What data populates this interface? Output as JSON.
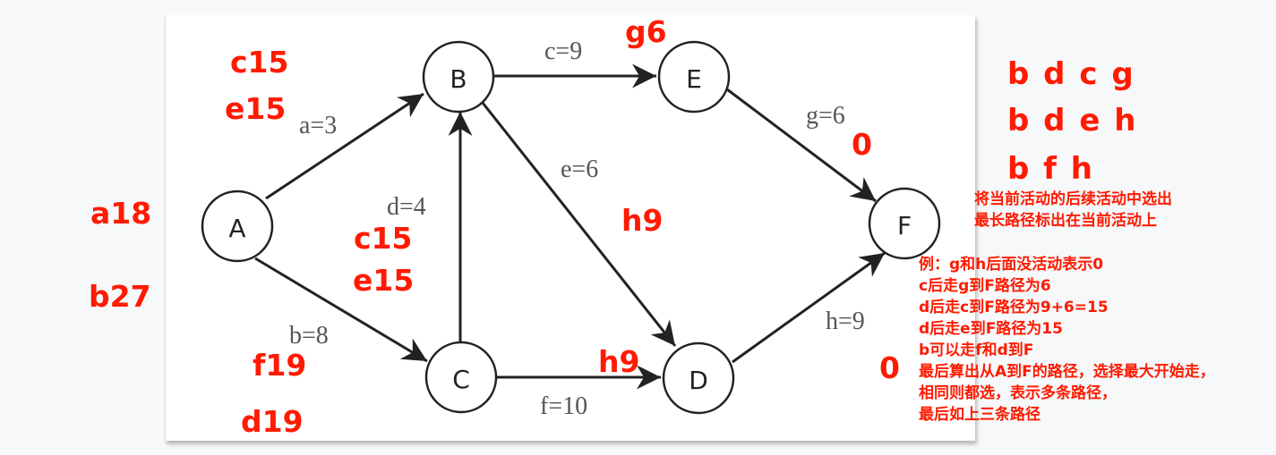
{
  "nodes": [
    {
      "id": "A",
      "label": "A"
    },
    {
      "id": "B",
      "label": "B"
    },
    {
      "id": "C",
      "label": "C"
    },
    {
      "id": "D",
      "label": "D"
    },
    {
      "id": "E",
      "label": "E"
    },
    {
      "id": "F",
      "label": "F"
    }
  ],
  "edges": [
    {
      "from": "A",
      "to": "B",
      "label": "a=3"
    },
    {
      "from": "A",
      "to": "C",
      "label": "b=8"
    },
    {
      "from": "B",
      "to": "E",
      "label": "c=9"
    },
    {
      "from": "C",
      "to": "B",
      "label": "d=4"
    },
    {
      "from": "B",
      "to": "D",
      "label": "e=6"
    },
    {
      "from": "C",
      "to": "D",
      "label": "f=10"
    },
    {
      "from": "E",
      "to": "F",
      "label": "g=6"
    },
    {
      "from": "D",
      "to": "F",
      "label": "h=9"
    }
  ],
  "annotations": {
    "b_c": "c15",
    "b_e": "e15",
    "a_a": "a18",
    "a_b": "b27",
    "c_c": "c15",
    "c_e": "e15",
    "c_f": "f19",
    "c_d": "d19",
    "e_g": "g6",
    "d_h": "h9",
    "cd_h": "h9",
    "e_zero": "0",
    "d_zero": "0"
  },
  "paths": [
    "b d c g",
    "b d e h",
    "b f h"
  ],
  "notes": {
    "header": [
      "将当前活动的后续活动中选出",
      "最长路径标出在当前活动上"
    ],
    "lines": [
      "例：g和h后面没活动表示0",
      "c后走g到F路径为6",
      "d后走c到F路径为9+6=15",
      "d后走e到F路径为15",
      "b可以走f和d到F",
      "最后算出从A到F的路径，选择最大开始走，",
      "相同则都选，表示多条路径，",
      "最后如上三条路径"
    ]
  }
}
